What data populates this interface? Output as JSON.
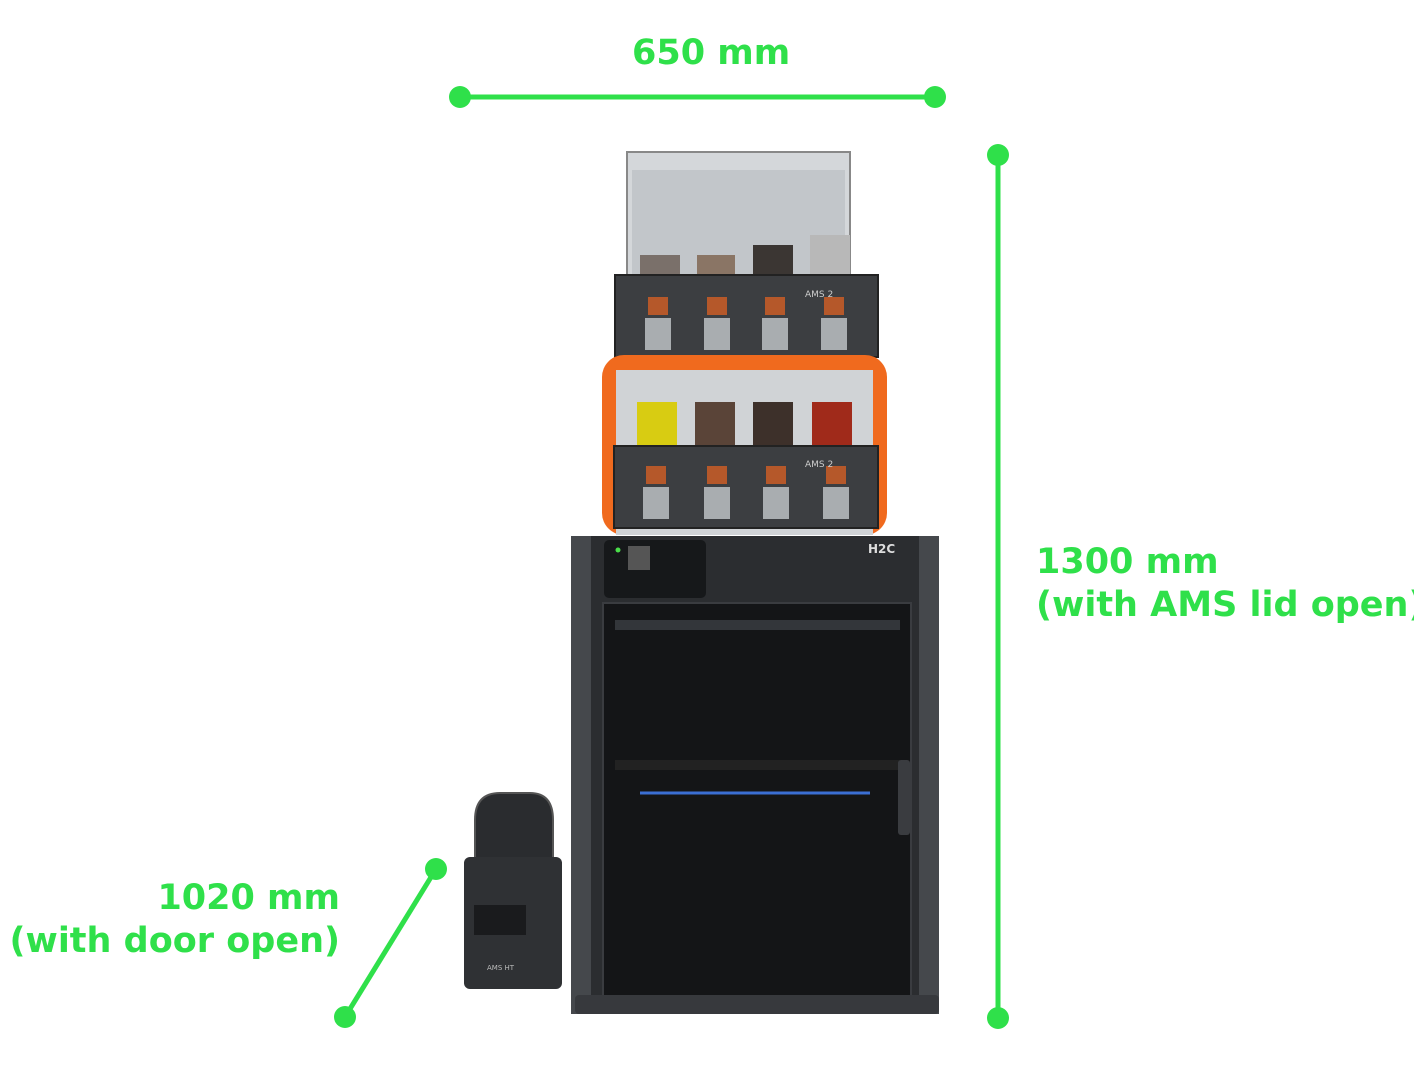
{
  "dimensions": {
    "width": {
      "value": "650 mm"
    },
    "height": {
      "value": "1300 mm",
      "note": "(with AMS lid open)"
    },
    "depth": {
      "value": "1020 mm",
      "note": "(with door open)"
    }
  },
  "product": {
    "printer_model": "H2C",
    "ams_upper_label": "AMS 2",
    "ams_lower_label": "AMS 2",
    "ams_ht_label": "AMS HT"
  },
  "colors": {
    "annotation": "#2fe04a",
    "body": "#2b2d30",
    "accent": "#f06a1e"
  }
}
